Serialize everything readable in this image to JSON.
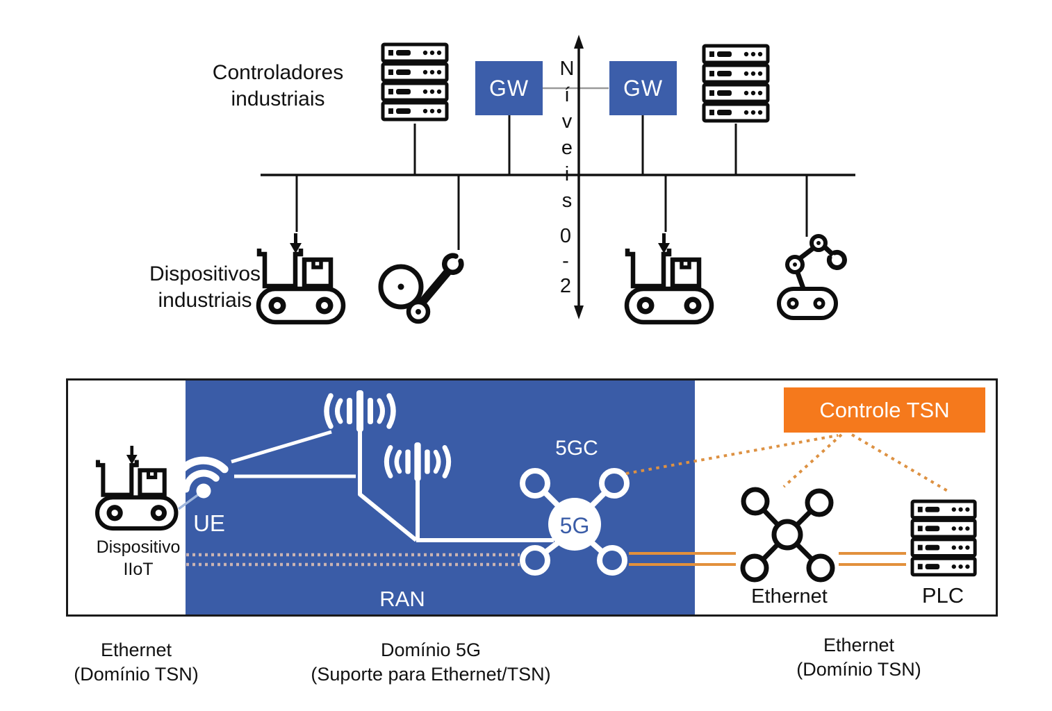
{
  "top_diagram": {
    "controllers_label": "Controladores\nindustriais",
    "devices_label": "Dispositivos\nindustriais",
    "gateway1_label": "GW",
    "gateway2_label": "GW",
    "axis_word_vertical": "N\ní\nv\ne\ni\ns",
    "axis_range_vertical": "0\n-\n2"
  },
  "bottom_diagram": {
    "ue_label": "UE",
    "iiot_device_label": "Dispositivo\nIIoT",
    "ran_label": "RAN",
    "core_label": "5GC",
    "core_node_label": "5G",
    "tsn_control_label": "Controle TSN",
    "ethernet_switch_label": "Ethernet",
    "plc_label": "PLC"
  },
  "captions": {
    "left": "Ethernet\n(Domínio TSN)",
    "center": "Domínio 5G\n(Suporte para Ethernet/TSN)",
    "right": "Ethernet\n(Domínio TSN)"
  },
  "icons": {
    "server_rack": "4-unit rack, square+dash left, 3 dots right",
    "conveyor": "conveyor belt with boxes and drop pin",
    "wheel_robot": "round robot with gripper arm",
    "articulated_robot": "jointed robot arm on wheeled base",
    "levels_axis": "double-headed vertical arrow",
    "wifi": "wifi fan, dot lower-left",
    "cell_antenna": "((|||)) radio antenna",
    "fiveg_core": "white hub circle with four ring nodes",
    "ethernet_switch": "X switch, five circles",
    "plc_rack": "4-unit rack"
  },
  "colors": {
    "blue_box": "#3C5EAA",
    "panel_blue": "#3A5CA7",
    "orange": "#F5791C",
    "orange_line": "#E2903C",
    "orange_dotted": "#DD9142",
    "gray_dotted": "#CBB4B2",
    "link_gray": "#999999",
    "lightblue_line": "#9FB6DC",
    "line_black": "#111111"
  }
}
